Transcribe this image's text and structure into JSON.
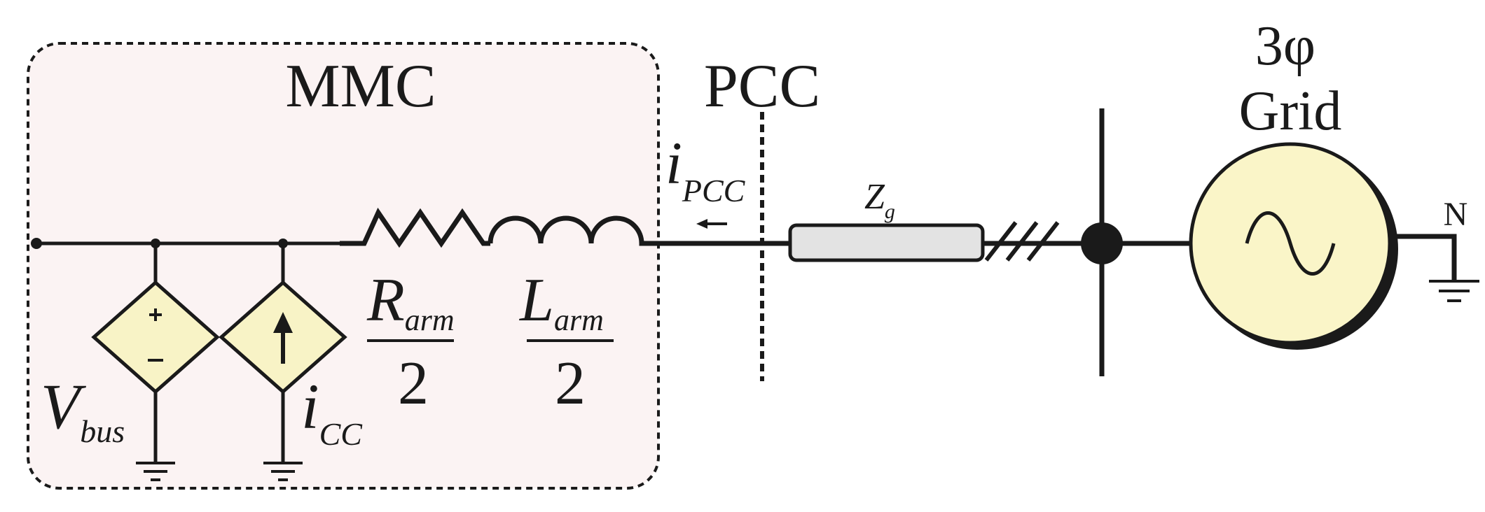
{
  "mmc": {
    "title": "MMC"
  },
  "pcc": {
    "title": "PCC"
  },
  "grid": {
    "line1": "3φ",
    "line2": "Grid",
    "neutral": "N"
  },
  "labels": {
    "vbus": {
      "main": "V",
      "sub": "bus"
    },
    "icc": {
      "main": "i",
      "sub": "CC"
    },
    "ipcc": {
      "main": "i",
      "sub": "PCC"
    },
    "zg": {
      "main": "Z",
      "sub": "g"
    },
    "rarm": {
      "main": "R",
      "sub": "arm",
      "den": "2"
    },
    "larm": {
      "main": "L",
      "sub": "arm",
      "den": "2"
    }
  },
  "colors": {
    "mmc_fill": "#FBF3F3",
    "source_fill": "#F8F3C6",
    "grid_fill": "#FAF5C8",
    "impedance_fill": "#E3E3E3",
    "line": "#1a1a1a"
  }
}
